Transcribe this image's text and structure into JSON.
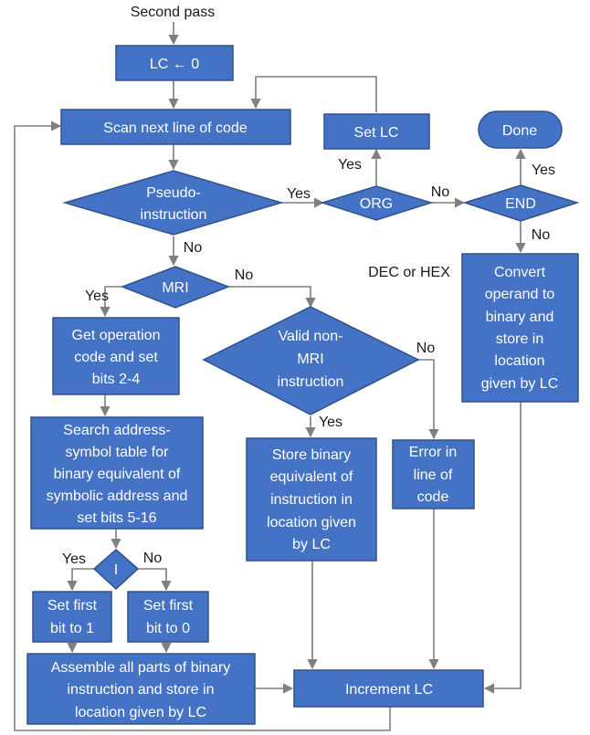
{
  "title": "Second pass",
  "nodes": {
    "lc0": "LC ← 0",
    "scan": "Scan next line of code",
    "setlc": "Set LC",
    "done": "Done",
    "pseudo": [
      "Pseudo-",
      "instruction"
    ],
    "org": "ORG",
    "end": "END",
    "mri": "MRI",
    "dechex": "DEC or HEX",
    "convert": [
      "Convert",
      "operand to",
      "binary and",
      "store in",
      "location",
      "given by LC"
    ],
    "getop": [
      "Get operation",
      "code and set",
      "bits 2-4"
    ],
    "valid": [
      "Valid non-",
      "MRI",
      "instruction"
    ],
    "search": [
      "Search address-",
      "symbol table for",
      "binary equivalent of",
      "symbolic address and",
      "set bits 5-16"
    ],
    "store": [
      "Store binary",
      "equivalent of",
      "instruction in",
      "location given",
      "by LC"
    ],
    "error": [
      "Error in",
      "line of",
      "code"
    ],
    "i": "I",
    "set1": [
      "Set first",
      "bit to 1"
    ],
    "set0": [
      "Set first",
      "bit to 0"
    ],
    "assemble": [
      "Assemble all parts of binary",
      "instruction and store in",
      "location given by LC"
    ],
    "inc": "Increment LC"
  },
  "edge_labels": {
    "pseudo_yes": "Yes",
    "pseudo_no": "No",
    "org_yes": "Yes",
    "org_no": "No",
    "end_yes": "Yes",
    "end_no": "No",
    "mri_yes": "Yes",
    "mri_no": "No",
    "valid_yes": "Yes",
    "valid_no": "No",
    "i_yes": "Yes",
    "i_no": "No"
  }
}
